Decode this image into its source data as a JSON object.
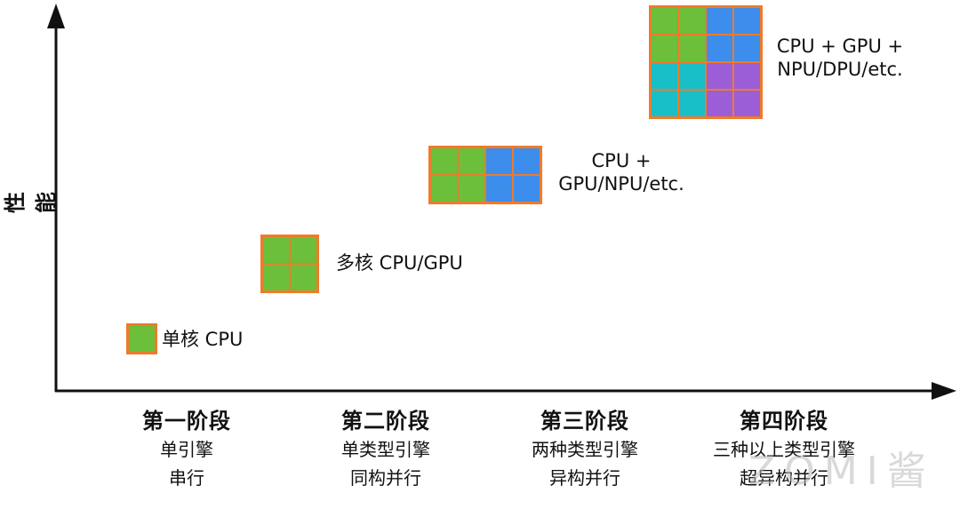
{
  "axes": {
    "y_label": "性能"
  },
  "colors": {
    "cpu": "#6bbf3a",
    "gpu": "#3d8ded",
    "npu": "#19bfc6",
    "dpu": "#9b5ed6",
    "border": "#f07a2a",
    "axis": "#111111"
  },
  "blocks": [
    {
      "label_lines": [
        "单核 CPU"
      ],
      "grid": [
        [
          "cpu"
        ]
      ]
    },
    {
      "label_lines": [
        "多核 CPU/GPU"
      ],
      "grid": [
        [
          "cpu",
          "cpu"
        ],
        [
          "cpu",
          "cpu"
        ]
      ]
    },
    {
      "label_lines": [
        "CPU +",
        "GPU/NPU/etc."
      ],
      "grid": [
        [
          "cpu",
          "cpu",
          "gpu",
          "gpu"
        ],
        [
          "cpu",
          "cpu",
          "gpu",
          "gpu"
        ]
      ]
    },
    {
      "label_lines": [
        "CPU + GPU +",
        "NPU/DPU/etc."
      ],
      "grid": [
        [
          "cpu",
          "cpu",
          "gpu",
          "gpu"
        ],
        [
          "cpu",
          "cpu",
          "gpu",
          "gpu"
        ],
        [
          "npu",
          "npu",
          "dpu",
          "dpu"
        ],
        [
          "npu",
          "npu",
          "dpu",
          "dpu"
        ]
      ]
    }
  ],
  "stages": [
    {
      "title": "第一阶段",
      "line1": "单引擎",
      "line2": "串行"
    },
    {
      "title": "第二阶段",
      "line1": "单类型引擎",
      "line2": "同构并行"
    },
    {
      "title": "第三阶段",
      "line1": "两种类型引擎",
      "line2": "异构并行"
    },
    {
      "title": "第四阶段",
      "line1": "三种以上类型引擎",
      "line2": "超异构并行"
    }
  ],
  "watermark": "ZOMI酱"
}
